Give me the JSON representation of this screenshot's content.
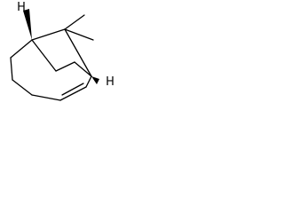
{
  "molecule": {
    "atoms": [
      {
        "element": "H",
        "label": "H"
      },
      {
        "element": "H",
        "label": "H"
      }
    ],
    "stereo_bonds": [
      "wedge",
      "wedge"
    ],
    "colors": {
      "bond": "#000000",
      "background": "#ffffff"
    }
  }
}
